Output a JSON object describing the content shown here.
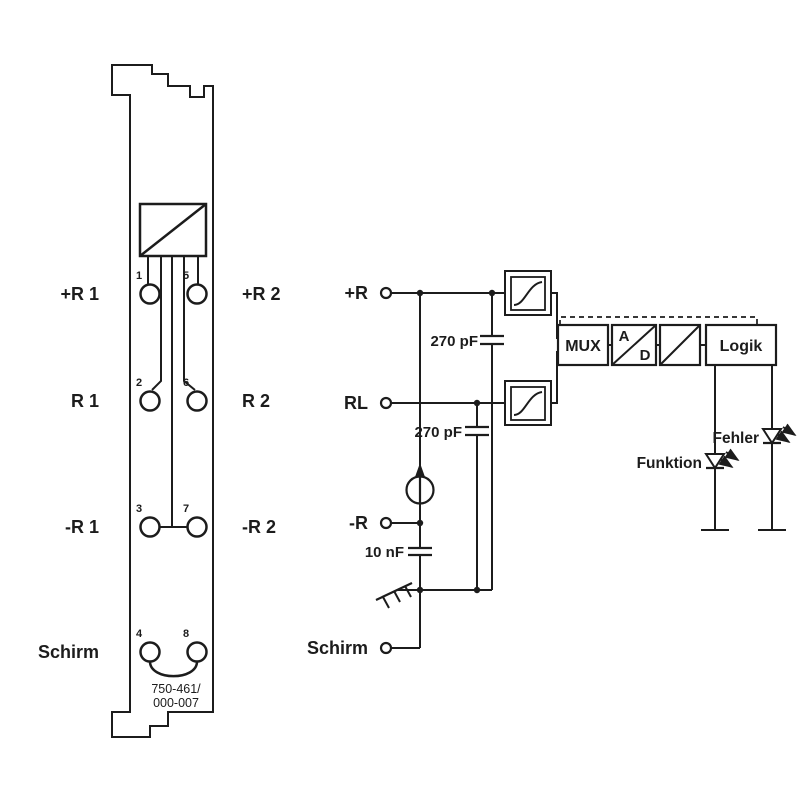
{
  "colors": {
    "line": "#1c1c1c",
    "background": "#ffffff"
  },
  "module": {
    "part_number": {
      "line1": "750-461/",
      "line2": "000-007"
    },
    "rows": [
      {
        "left_num": "1",
        "left_label": "+R 1",
        "right_num": "5",
        "right_label": "+R 2"
      },
      {
        "left_num": "2",
        "left_label": "R 1",
        "right_num": "6",
        "right_label": "R 2"
      },
      {
        "left_num": "3",
        "left_label": "-R 1",
        "right_num": "7",
        "right_label": "-R 2"
      },
      {
        "left_num": "4",
        "left_label": "Schirm",
        "right_num": "8",
        "right_label": ""
      }
    ]
  },
  "schematic": {
    "inputs": {
      "plus_r": "+R",
      "rl": "RL",
      "minus_r": "-R",
      "schirm": "Schirm"
    },
    "capacitors": {
      "c1": "270 pF",
      "c2": "270 pF",
      "c3": "10 nF"
    },
    "blocks": {
      "mux": "MUX",
      "ad_a": "A",
      "ad_d": "D",
      "logik": "Logik"
    },
    "leds": {
      "funktion": "Funktion",
      "fehler": "Fehler"
    }
  }
}
